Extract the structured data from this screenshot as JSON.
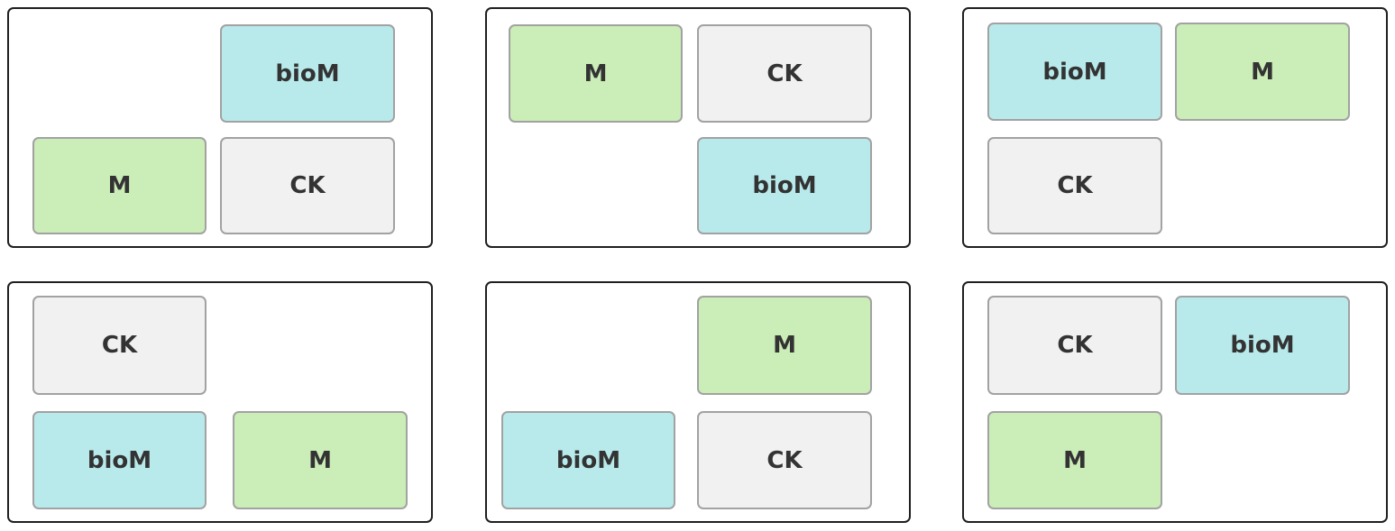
{
  "colors": {
    "M": "#cbedb7",
    "CK": "#f1f1f1",
    "bioM": "#b8eaec",
    "panel_border": "#1f1f1f",
    "block_border": "#a2a2a2",
    "text": "#333333"
  },
  "panels": [
    {
      "blocks": [
        {
          "label": "bioM",
          "type": "biom"
        },
        {
          "label": "M",
          "type": "m"
        },
        {
          "label": "CK",
          "type": "ck"
        }
      ]
    },
    {
      "blocks": [
        {
          "label": "M",
          "type": "m"
        },
        {
          "label": "CK",
          "type": "ck"
        },
        {
          "label": "bioM",
          "type": "biom"
        }
      ]
    },
    {
      "blocks": [
        {
          "label": "bioM",
          "type": "biom"
        },
        {
          "label": "M",
          "type": "m"
        },
        {
          "label": "CK",
          "type": "ck"
        }
      ]
    },
    {
      "blocks": [
        {
          "label": "CK",
          "type": "ck"
        },
        {
          "label": "bioM",
          "type": "biom"
        },
        {
          "label": "M",
          "type": "m"
        }
      ]
    },
    {
      "blocks": [
        {
          "label": "M",
          "type": "m"
        },
        {
          "label": "bioM",
          "type": "biom"
        },
        {
          "label": "CK",
          "type": "ck"
        }
      ]
    },
    {
      "blocks": [
        {
          "label": "CK",
          "type": "ck"
        },
        {
          "label": "bioM",
          "type": "biom"
        },
        {
          "label": "M",
          "type": "m"
        }
      ]
    }
  ]
}
